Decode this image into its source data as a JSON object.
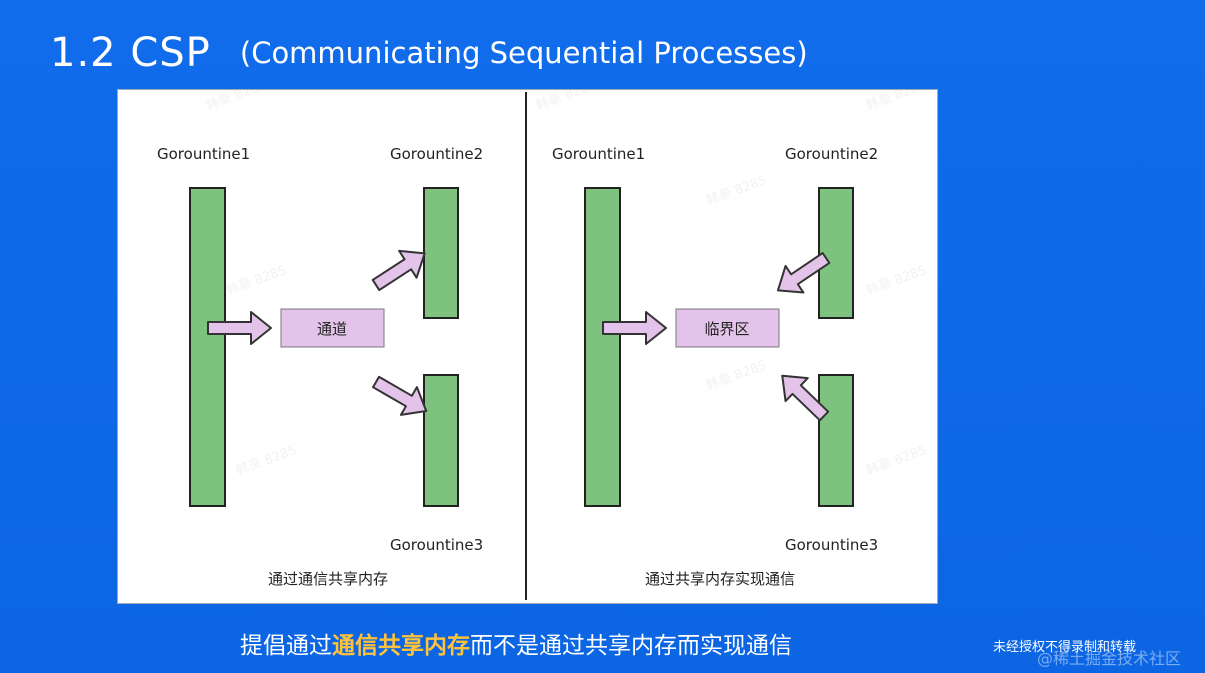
{
  "slide": {
    "title_main": "1.2 CSP",
    "title_sub": "(Communicating Sequential Processes)"
  },
  "left_panel": {
    "goroutine1": "Gorountine1",
    "goroutine2": "Gorountine2",
    "goroutine3": "Gorountine3",
    "channel_label": "通道",
    "caption": "通过通信共享内存"
  },
  "right_panel": {
    "goroutine1": "Gorountine1",
    "goroutine2": "Gorountine2",
    "goroutine3": "Gorountine3",
    "critical_section_label": "临界区",
    "caption": "通过共享内存实现通信"
  },
  "footer": {
    "prefix": "提倡通过",
    "highlight": "通信共享内存",
    "suffix": "而不是通过共享内存而实现通信"
  },
  "notice": "未经授权不得录制和转载",
  "credit": "@稀土掘金技术社区",
  "watermark": "韩豪 8285",
  "colors": {
    "background": "#0f6ae8",
    "bar_fill": "#7ec27f",
    "box_fill": "#e3c3e9",
    "highlight": "#ffc23a"
  }
}
